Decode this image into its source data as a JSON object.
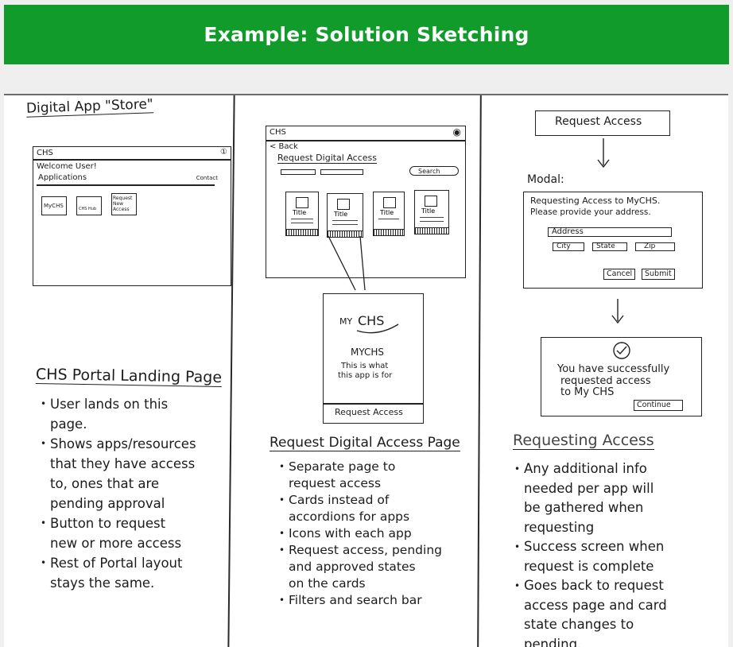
{
  "banner": {
    "title": "Example: Solution Sketching"
  },
  "col1": {
    "heading": "Digital App \"Store\"",
    "wire": {
      "app": "CHS",
      "user_icon": "①",
      "welcome": "Welcome User!",
      "applications": "Applications",
      "contact": "Contact",
      "tiles": [
        "MyCHS",
        "CHS Hub",
        "Request New Access"
      ]
    },
    "notes_title": "CHS Portal Landing Page",
    "bullets": [
      [
        "User lands on this",
        "page."
      ],
      [
        "Shows apps/resources",
        "that they have access",
        "to, ones that are",
        "pending approval"
      ],
      [
        "Button to request",
        "new or more access"
      ],
      [
        "Rest of Portal layout",
        "stays the same."
      ]
    ]
  },
  "col2": {
    "wire": {
      "app": "CHS",
      "back": "< Back",
      "title": "Request Digital Access",
      "search": "Search",
      "card_title": "Title"
    },
    "detail": {
      "logo_my": "MY",
      "logo_chs": "CHS",
      "name": "MYCHS",
      "desc1": "This is what",
      "desc2": "this app is for",
      "button": "Request Access"
    },
    "notes_title": "Request Digital Access Page",
    "bullets": [
      [
        "Separate page to",
        "request access"
      ],
      [
        "Cards instead of",
        "accordions for apps"
      ],
      [
        "Icons with each app"
      ],
      [
        "Request access, pending",
        "and approved states",
        "on the cards"
      ],
      [
        "Filters and search bar"
      ]
    ]
  },
  "col3": {
    "request_button": "Request Access",
    "modal_label": "Modal:",
    "modal": {
      "line1": "Requesting Access to MyCHS.",
      "line2": "Please provide your address.",
      "address": "Address",
      "city": "City",
      "state": "State",
      "zip": "Zip",
      "cancel": "Cancel",
      "submit": "Submit"
    },
    "success": {
      "line1": "You have successfully",
      "line2": "requested access",
      "line3": "to My CHS",
      "continue": "Continue"
    },
    "notes_title": "Requesting Access",
    "bullets": [
      [
        "Any additional info",
        "needed per app will",
        "be gathered when",
        "requesting"
      ],
      [
        "Success screen when",
        "request is complete"
      ],
      [
        "Goes back to request",
        "access page and card",
        "state changes to",
        "pending."
      ]
    ]
  }
}
